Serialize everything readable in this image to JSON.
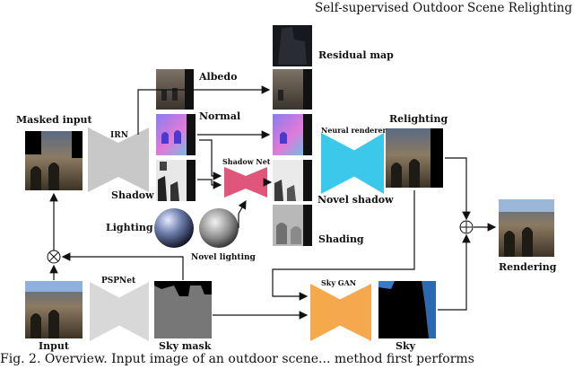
{
  "header": {
    "running_title": "Self-supervised Outdoor Scene Relighting"
  },
  "labels": {
    "masked_input": "Masked input",
    "residual_map": "Residual map",
    "albedo": "Albedo",
    "normal": "Normal",
    "shadow": "Shadow",
    "lighting": "Lighting",
    "novel_lighting": "Novel lighting",
    "novel_shadow": "Novel shadow",
    "shading": "Shading",
    "relighting": "Relighting",
    "rendering": "Rendering",
    "input": "Input",
    "sky_mask": "Sky mask",
    "sky": "Sky"
  },
  "networks": {
    "irn": "IRN",
    "shadow_net": "Shadow Net",
    "neural_renderer": "Neural renderer",
    "pspnet": "PSPNet",
    "sky_gan": "Sky GAN"
  },
  "operators": {
    "multiply": "⊗",
    "add": "⊕"
  },
  "caption": {
    "text": "Fig. 2. Overview. Input image of an outdoor scene... method first performs"
  },
  "colors": {
    "network_gray": "#c8c8c8",
    "shadow_net": "#e0557a",
    "neural_renderer": "#3cc8ea",
    "sky_gan": "#f6a94c"
  }
}
